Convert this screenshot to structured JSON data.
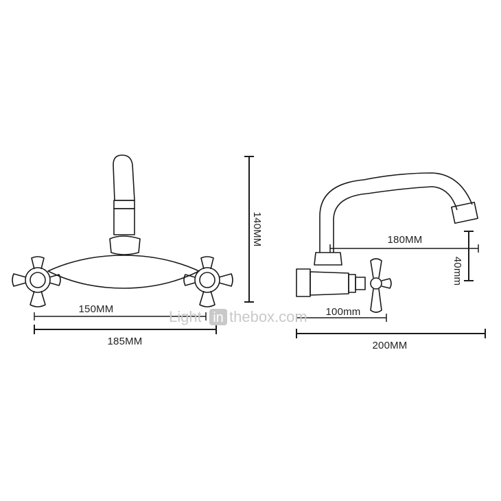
{
  "front_view": {
    "width_inner": "150MM",
    "width_outer": "185MM",
    "height": "140MM"
  },
  "side_view": {
    "spout_reach": "180MM",
    "spout_drop": "40mm",
    "body_length": "100mm",
    "total_depth": "200MM"
  },
  "watermark": {
    "part1": "Light",
    "part2": "in",
    "part3": "thebox.com"
  },
  "colors": {
    "line": "#1a1a1a",
    "watermark": "#c9c9c9"
  }
}
